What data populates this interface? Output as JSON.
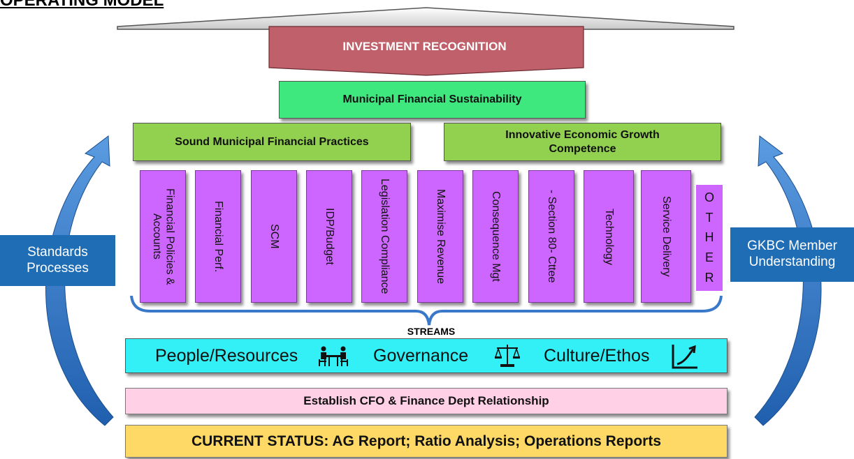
{
  "title": "OPERATING MODEL",
  "top_banner": "INVESTMENT RECOGNITION",
  "sustainability": "Municipal Financial Sustainability",
  "left_pillar_header": "Sound Municipal Financial Practices",
  "right_pillar_header": "Innovative Economic Growth Competence",
  "pillars": [
    "Financial Policies & Accounts",
    "Financial Perf.",
    "SCM",
    "IDP/Budget",
    "Legislation Compliance",
    "Maximise Revenue",
    "Consequence Mgt",
    "- Section 80- Cttee",
    "Technology",
    "Service Delivery"
  ],
  "other_letters": [
    "O",
    "T",
    "H",
    "E",
    "R"
  ],
  "left_side_label": "Standards\nProcesses",
  "right_side_label": "GKBC Member\nUnderstanding",
  "streams_label": "STREAMS",
  "streams": {
    "people": "People/Resources",
    "governance": "Governance",
    "culture": "Culture/Ethos"
  },
  "relationship": "Establish CFO & Finance Dept Relationship",
  "current_status": "CURRENT STATUS:  AG Report; Ratio Analysis; Operations Reports",
  "icons": [
    "meeting-icon",
    "scales-icon",
    "growth-chart-icon"
  ],
  "colors": {
    "banner": "#c0606a",
    "sustainability": "#3ee87e",
    "pillar_header": "#92d050",
    "pillar": "#cc66ff",
    "side_label": "#1f6db5",
    "arrow": "#3a78c9",
    "streams_bar": "#33f0f7",
    "relationship_bar": "#ffd0e6",
    "status_bar": "#ffd966"
  }
}
